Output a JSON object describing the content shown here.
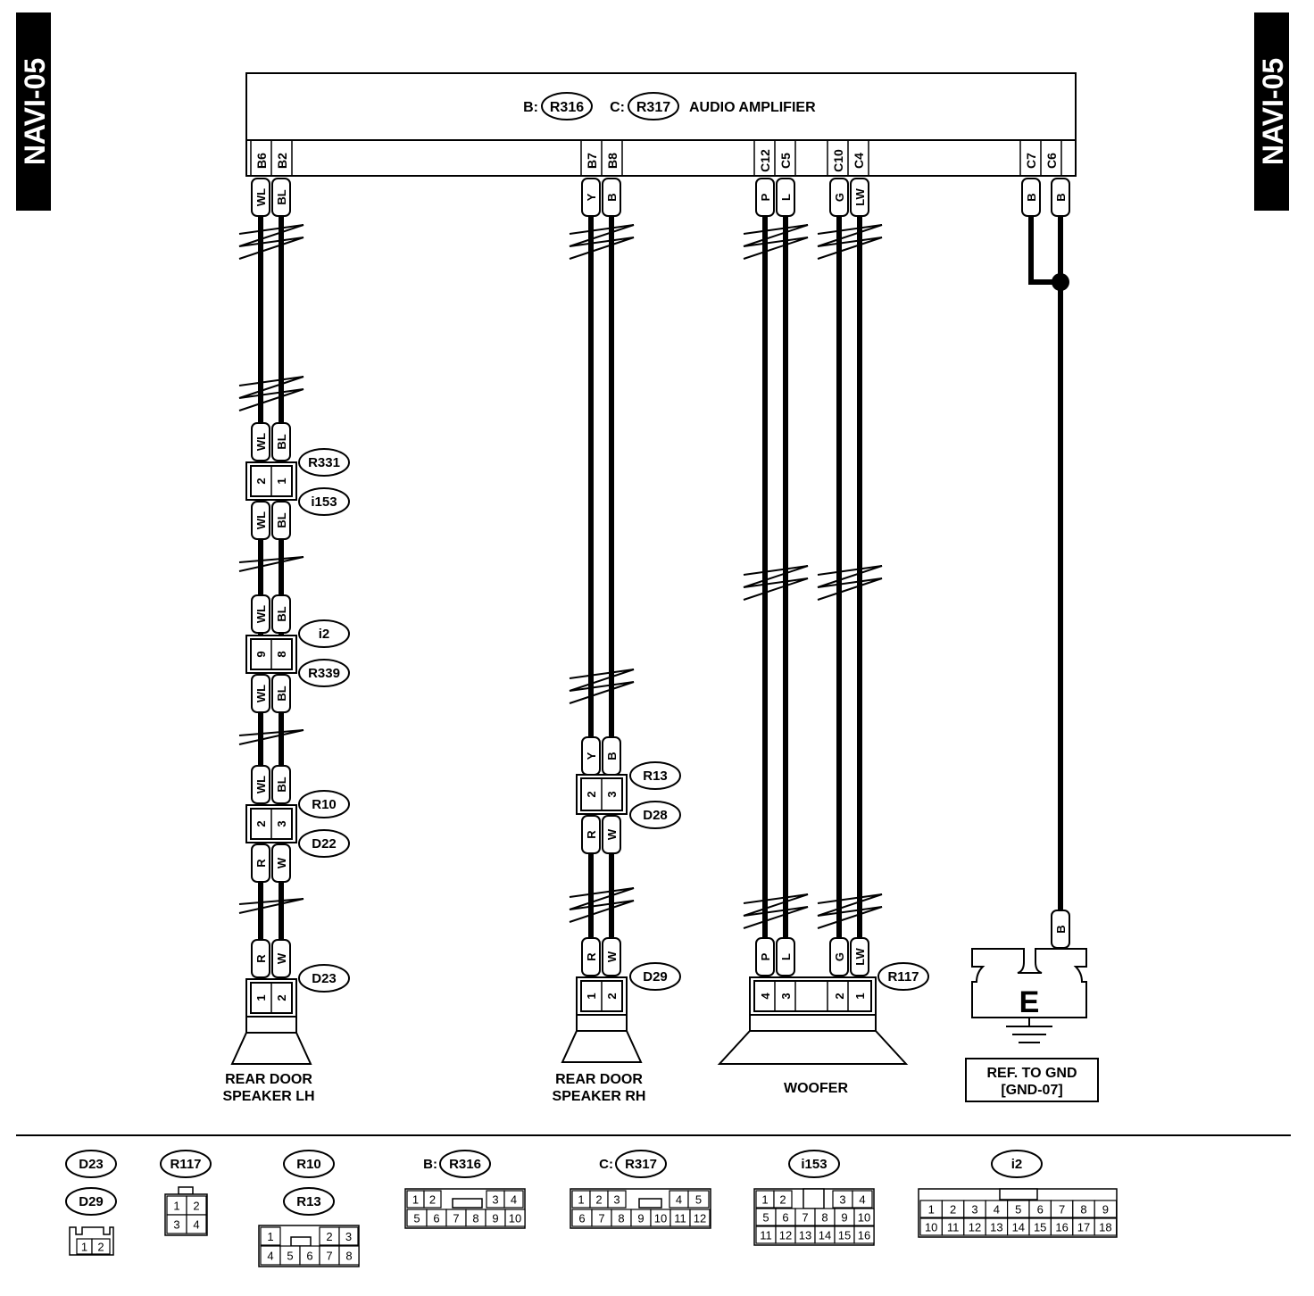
{
  "page_tag": "NAVI-05",
  "amplifier": {
    "label_b": "B:",
    "ref_b": "R316",
    "label_c": "C:",
    "ref_c": "R317",
    "name": "AUDIO AMPLIFIER",
    "pins": [
      "B6",
      "B2",
      "B7",
      "B8",
      "C12",
      "C5",
      "C10",
      "C4",
      "C7",
      "C6"
    ]
  },
  "wire_colors": {
    "lh": [
      "WL",
      "BL"
    ],
    "lh_lower": [
      "R",
      "W"
    ],
    "rh_upper": [
      "Y",
      "B"
    ],
    "rh_lower": [
      "R",
      "W"
    ],
    "woofer": [
      "P",
      "L",
      "G",
      "LW"
    ],
    "ground": [
      "B",
      "B"
    ],
    "ground_terminal": "B"
  },
  "connectors": {
    "r331": {
      "ref_top": "R331",
      "ref_bottom": "i153",
      "pins": [
        "2",
        "1"
      ]
    },
    "i2": {
      "ref_top": "i2",
      "ref_bottom": "R339",
      "pins": [
        "9",
        "8"
      ]
    },
    "r10": {
      "ref_top": "R10",
      "ref_bottom": "D22",
      "pins": [
        "2",
        "3"
      ]
    },
    "r13": {
      "ref_top": "R13",
      "ref_bottom": "D28",
      "pins": [
        "2",
        "3"
      ]
    },
    "d23": {
      "ref": "D23",
      "pins": [
        "1",
        "2"
      ]
    },
    "d29": {
      "ref": "D29",
      "pins": [
        "1",
        "2"
      ]
    },
    "r117": {
      "ref": "R117",
      "pins": [
        "4",
        "3",
        "2",
        "1"
      ]
    }
  },
  "components": {
    "speaker_lh": [
      "REAR DOOR",
      "SPEAKER LH"
    ],
    "speaker_rh": [
      "REAR DOOR",
      "SPEAKER RH"
    ],
    "woofer": "WOOFER",
    "ground_letter": "E",
    "ground_ref": [
      "REF. TO GND",
      "[GND-07]"
    ]
  },
  "legend": {
    "d23": "D23",
    "d29": "D29",
    "d23_cells": [
      "1",
      "2"
    ],
    "r117": "R117",
    "r117_cells": [
      "1",
      "2",
      "3",
      "4"
    ],
    "r10": "R10",
    "r13": "R13",
    "r10_cells": [
      "1",
      "2",
      "3",
      "4",
      "5",
      "6",
      "7",
      "8"
    ],
    "b_prefix": "B:",
    "r316": "R316",
    "r316_cells": [
      "1",
      "2",
      "3",
      "4",
      "5",
      "6",
      "7",
      "8",
      "9",
      "10"
    ],
    "c_prefix": "C:",
    "r317": "R317",
    "r317_cells": [
      "1",
      "2",
      "3",
      "4",
      "5",
      "6",
      "7",
      "8",
      "9",
      "10",
      "11",
      "12"
    ],
    "i153": "i153",
    "i153_cells": [
      "1",
      "2",
      "3",
      "4",
      "5",
      "6",
      "7",
      "8",
      "9",
      "10",
      "11",
      "12",
      "13",
      "14",
      "15",
      "16"
    ],
    "i2": "i2",
    "i2_cells": [
      "1",
      "2",
      "3",
      "4",
      "5",
      "6",
      "7",
      "8",
      "9",
      "10",
      "11",
      "12",
      "13",
      "14",
      "15",
      "16",
      "17",
      "18"
    ]
  }
}
